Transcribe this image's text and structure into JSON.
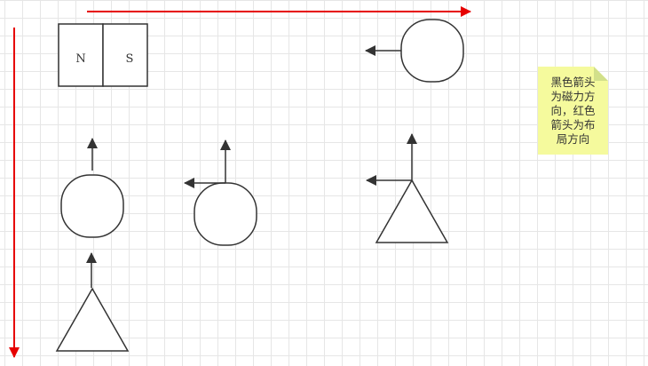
{
  "magnet": {
    "north_label": "N",
    "south_label": "S"
  },
  "note": {
    "lines": [
      "黑色箭头",
      "为磁力方",
      "向，红色",
      "箭头为布",
      "局方向"
    ]
  },
  "colors": {
    "layout_arrow": "#e60000",
    "force_arrow": "#333333",
    "shape_stroke": "#333333",
    "note_fill": "#f5fa9d",
    "note_fold": "#d2e08a"
  }
}
